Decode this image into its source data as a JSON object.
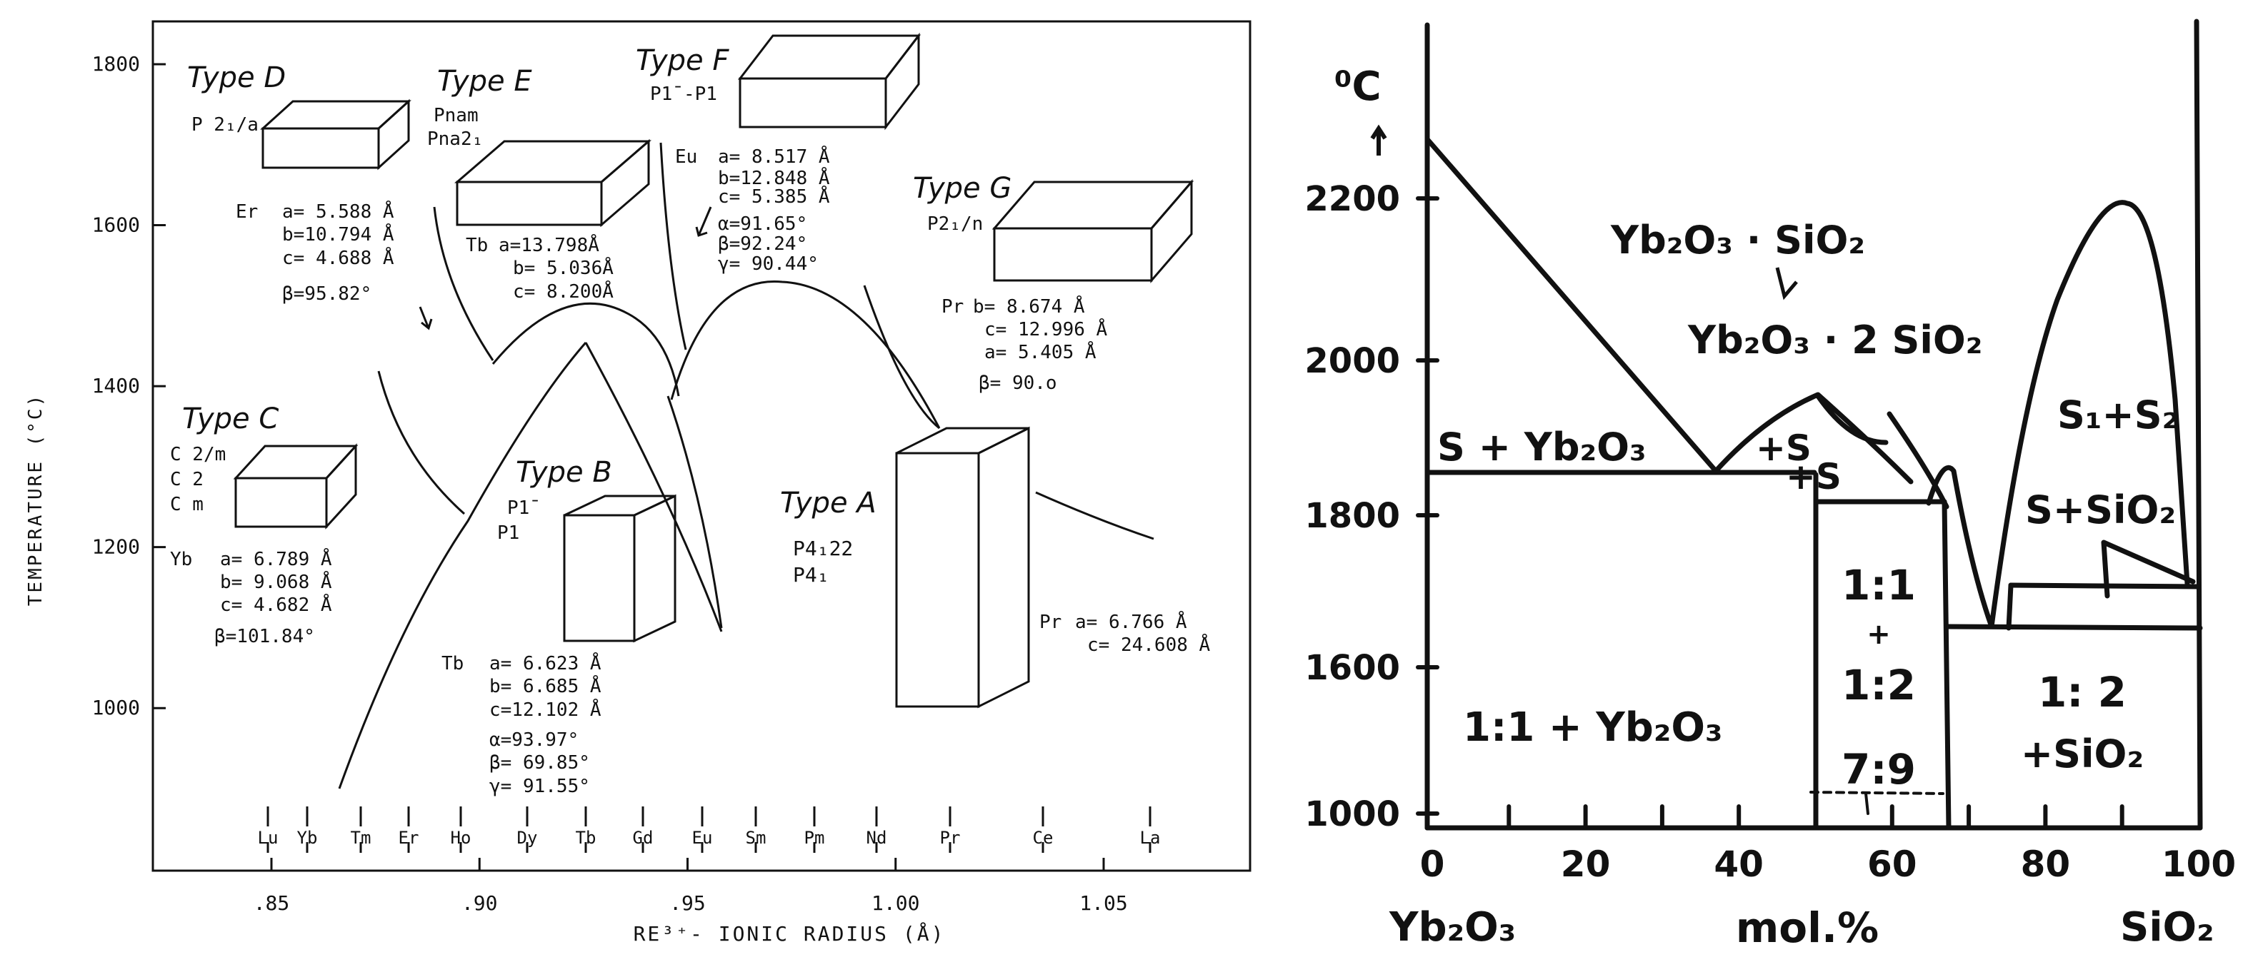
{
  "left_panel": {
    "y_axis_title": "TEMPERATURE (°C)",
    "x_axis_title": "RE³⁺- IONIC RADIUS  (Å)",
    "y_ticks": [
      {
        "value": 1800,
        "label": "1800"
      },
      {
        "value": 1600,
        "label": "1600"
      },
      {
        "value": 1400,
        "label": "1400"
      },
      {
        "value": 1200,
        "label": "1200"
      },
      {
        "value": 1000,
        "label": "1000"
      }
    ],
    "x_ticks": [
      {
        "value": 0.85,
        "label": ".85"
      },
      {
        "value": 0.9,
        "label": ".90"
      },
      {
        "value": 0.95,
        "label": ".95"
      },
      {
        "value": 1.0,
        "label": "1.00"
      },
      {
        "value": 1.05,
        "label": "1.05"
      }
    ],
    "elements": [
      "Lu",
      "Yb",
      "Tm",
      "Er",
      "Ho",
      "Dy",
      "Tb",
      "Gd",
      "Eu",
      "Sm",
      "Pm",
      "Nd",
      "Pr",
      "Ce",
      "La"
    ],
    "types": {
      "D": {
        "title": "Type D",
        "space_group": "P 2₁/a",
        "element": "Er",
        "params": [
          "a= 5.588 Å",
          "b=10.794 Å",
          "c= 4.688 Å",
          "β=95.82°"
        ]
      },
      "E": {
        "title": "Type E",
        "space_groups": [
          "Pnam",
          "Pna2₁"
        ],
        "element": "Tb",
        "params": [
          "a=13.798Å",
          "b= 5.036Å",
          "c= 8.200Å"
        ]
      },
      "F": {
        "title": "Type F",
        "space_group": "P1̄ -P1",
        "element": "Eu",
        "params": [
          "a= 8.517 Å",
          "b=12.848 Å",
          "c= 5.385 Å",
          "α=91.65°",
          "β=92.24°",
          "γ= 90.44°"
        ]
      },
      "G": {
        "title": "Type G",
        "space_group": "P2₁/n",
        "element": "Pr",
        "params": [
          "b= 8.674 Å",
          "c= 12.996 Å",
          "a= 5.405 Å",
          "β= 90.o"
        ]
      },
      "C": {
        "title": "Type C",
        "space_groups": [
          "C 2/m",
          "C 2",
          "C m"
        ],
        "element": "Yb",
        "params": [
          "a= 6.789 Å",
          "b= 9.068 Å",
          "c= 4.682 Å",
          "β=101.84°"
        ]
      },
      "B": {
        "title": "Type B",
        "space_groups": [
          "P1̄",
          "P1"
        ],
        "element": "Tb",
        "params": [
          "a= 6.623 Å",
          "b= 6.685 Å",
          "c=12.102 Å",
          "α=93.97°",
          "β= 69.85°",
          "γ= 91.55°"
        ]
      },
      "A": {
        "title": "Type A",
        "space_groups": [
          "P4₁22",
          "P4₁"
        ],
        "element": "Pr",
        "params": [
          "a= 6.766 Å",
          "c= 24.608 Å"
        ]
      }
    }
  },
  "right_panel": {
    "y_unit": "⁰C",
    "y_ticks": [
      {
        "value": 2200,
        "label": "2200"
      },
      {
        "value": 2000,
        "label": "2000"
      },
      {
        "value": 1800,
        "label": "1800"
      },
      {
        "value": 1600,
        "label": "1600"
      },
      {
        "value": 1000,
        "label": "1000"
      }
    ],
    "x_ticks": [
      {
        "value": 0,
        "label": "0"
      },
      {
        "value": 20,
        "label": "20"
      },
      {
        "value": 40,
        "label": "40"
      },
      {
        "value": 60,
        "label": "60"
      },
      {
        "value": 80,
        "label": "80"
      },
      {
        "value": 100,
        "label": "100"
      }
    ],
    "x_left_component": "Yb₂O₃",
    "x_right_component": "SiO₂",
    "x_axis_title": "mol.%",
    "labels": {
      "yb2o3_sio2": "Yb₂O₃ · SiO₂",
      "yb2o3_2sio2": "Yb₂O₃ · 2 SiO₂",
      "s_yb2o3": "S + Yb₂O₃",
      "s_left": "+S",
      "s_right": "+S",
      "s1_s2": "S₁+S₂",
      "s_sio2": "S+SiO₂",
      "r11": "1:1",
      "plus": "+",
      "r12": "1:2",
      "r79": "7:9",
      "r11_yb2o3": "1:1 + Yb₂O₃",
      "r12_right": "1: 2",
      "sio2_phase": "+SiO₂"
    }
  }
}
